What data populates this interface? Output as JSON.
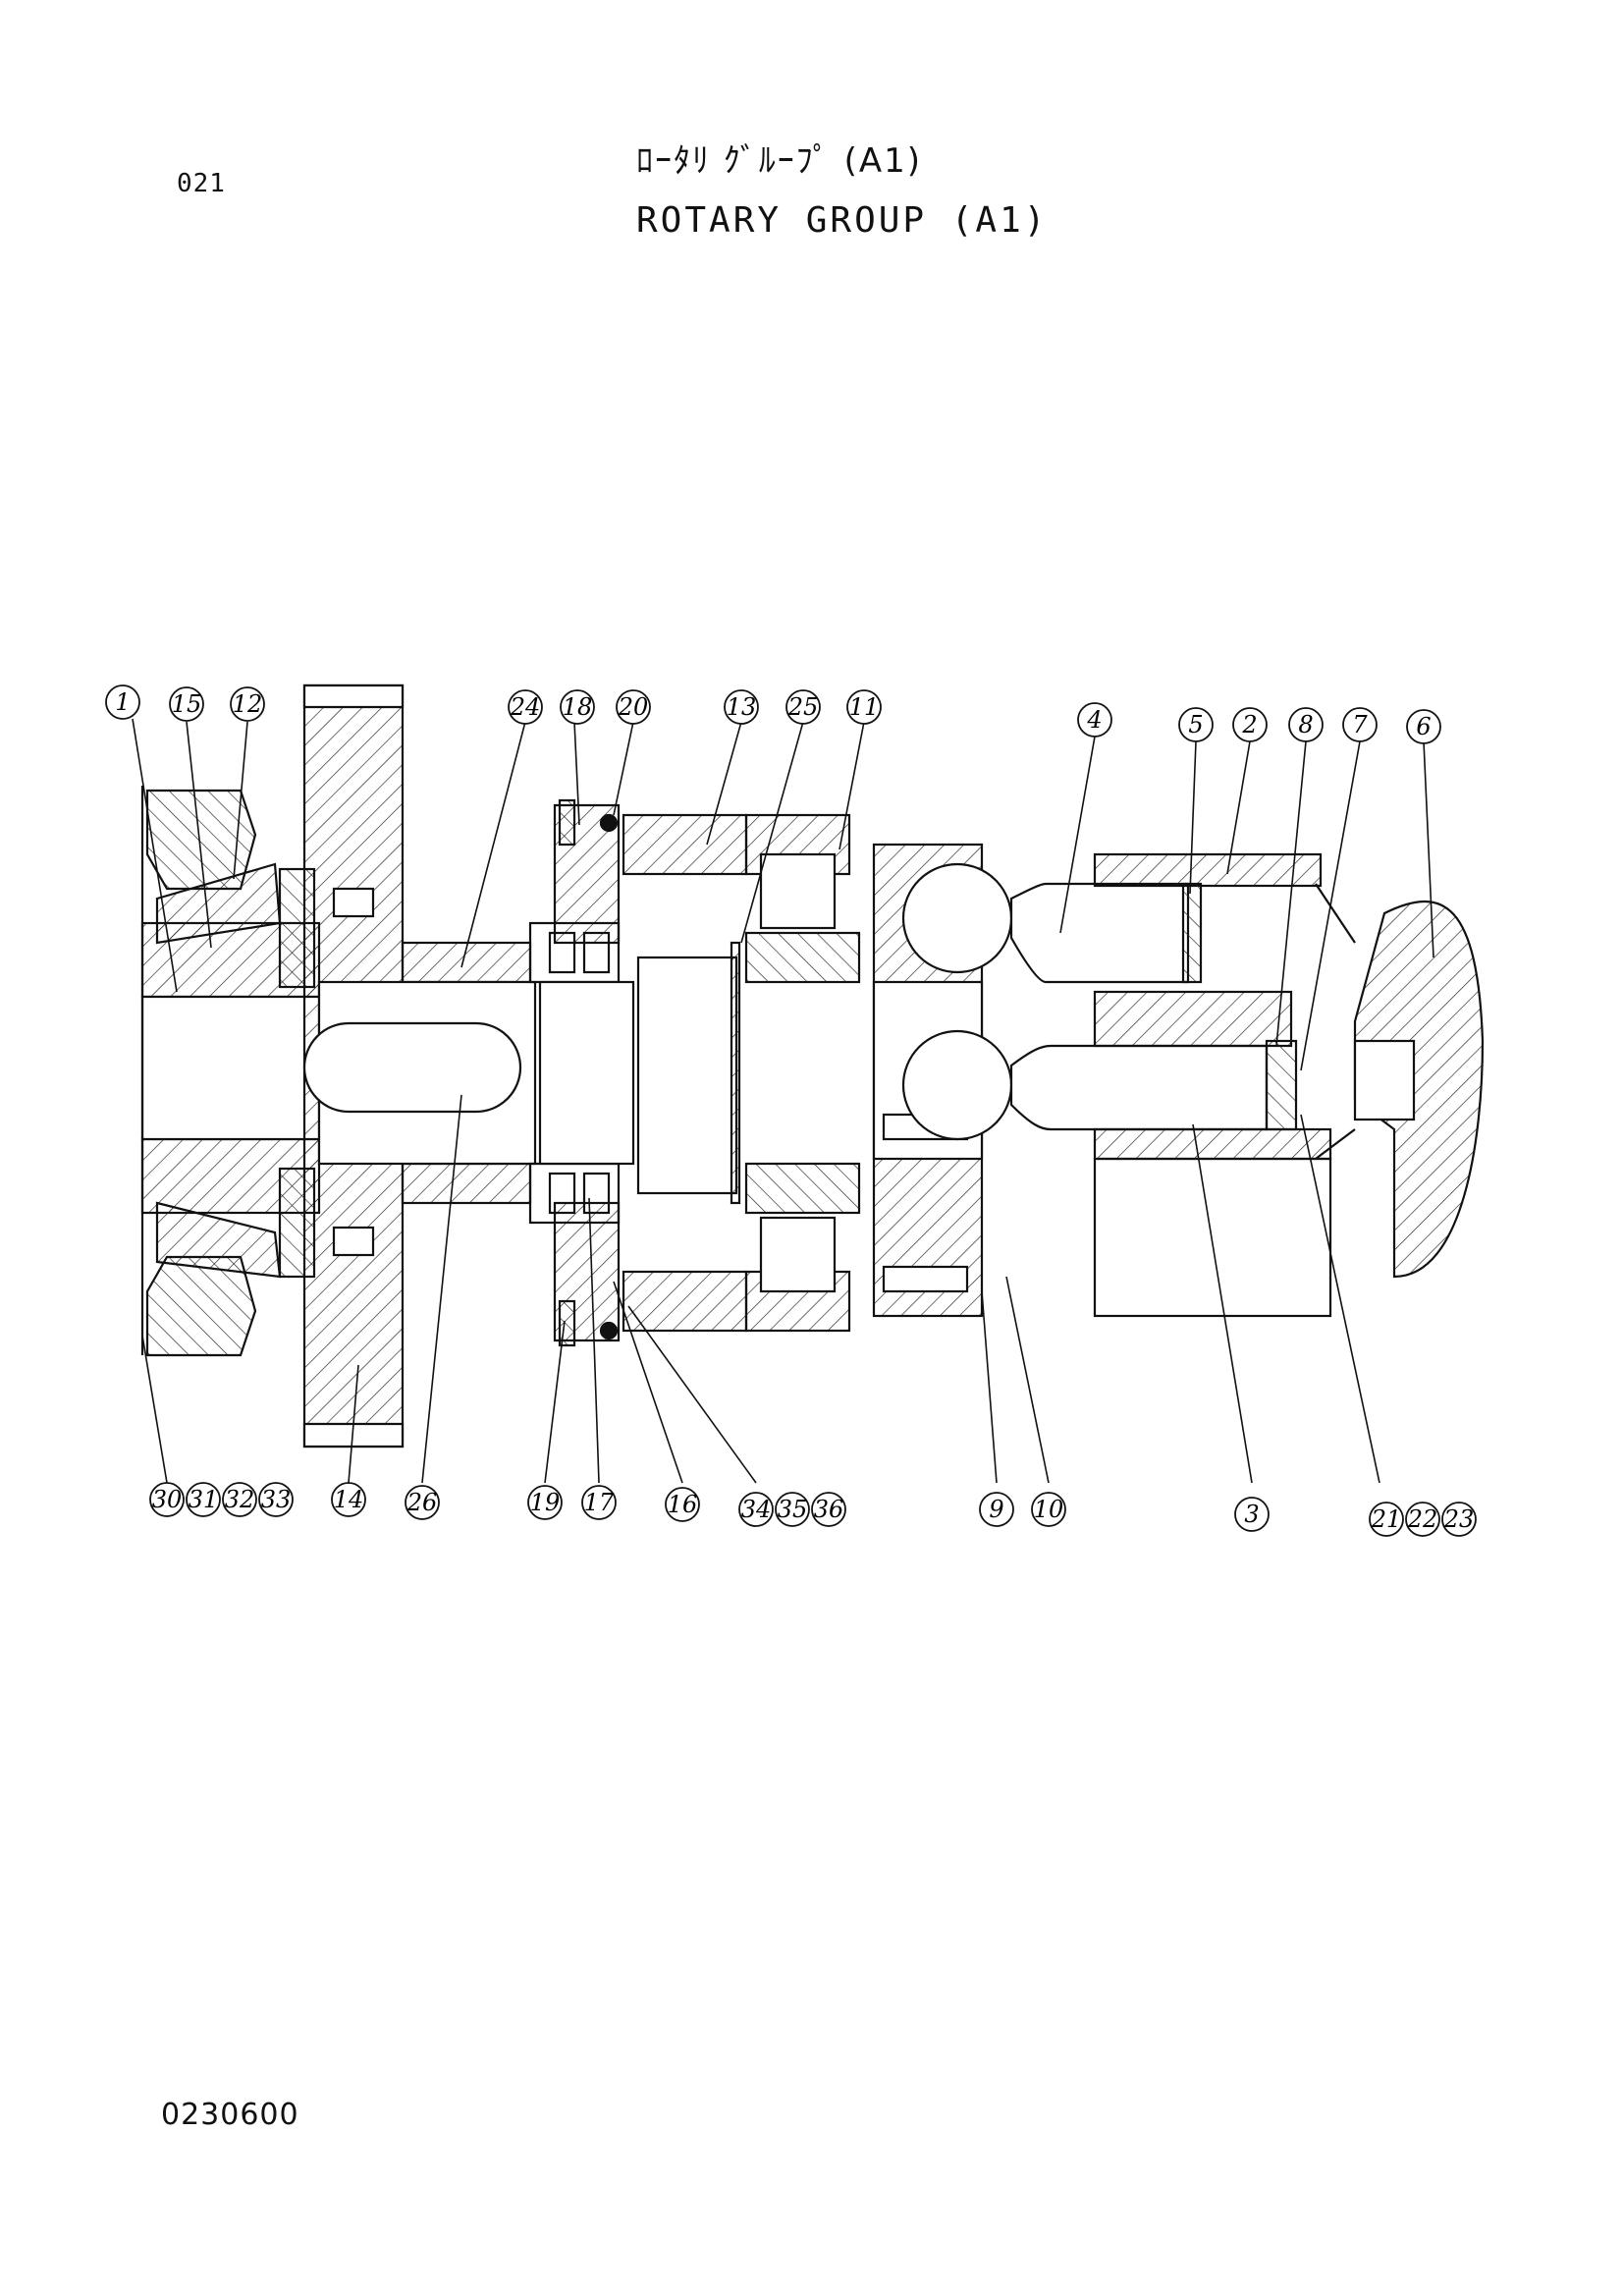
{
  "header": {
    "page_number": "021",
    "title_jp": "ﾛｰﾀﾘ ｸﾞﾙｰﾌﾟ (A1)",
    "title_en": "ROTARY GROUP (A1)"
  },
  "footer": {
    "drawing_code": "0230600"
  },
  "callouts": {
    "c1": "1",
    "c15": "15",
    "c12": "12",
    "c24": "24",
    "c18": "18",
    "c20": "20",
    "c13": "13",
    "c25": "25",
    "c11": "11",
    "c4": "4",
    "c5": "5",
    "c2": "2",
    "c8": "8",
    "c7": "7",
    "c6": "6",
    "c30": "30",
    "c31": "31",
    "c32": "32",
    "c33": "33",
    "c14": "14",
    "c26": "26",
    "c19": "19",
    "c17": "17",
    "c16": "16",
    "c34": "34",
    "c35": "35",
    "c36": "36",
    "c9": "9",
    "c10": "10",
    "c3": "3",
    "c21": "21",
    "c22": "22",
    "c23": "23"
  }
}
